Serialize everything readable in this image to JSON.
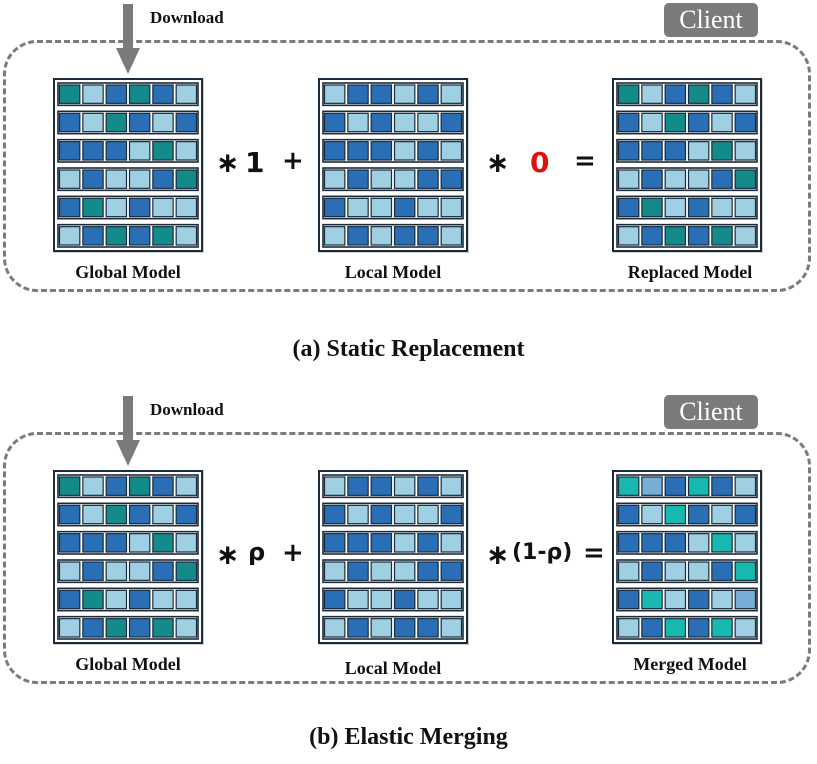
{
  "colors": {
    "teal": "#138b8a",
    "bright_teal": "#17b8b0",
    "blue": "#2a6fb6",
    "light_blue": "#9ecfe2",
    "mid_blue": "#78aed6",
    "zero_red": "#e01010",
    "frame_gray": "#7b7b7b"
  },
  "panel_a": {
    "client_label": "Client",
    "download_label": "Download",
    "global_label": "Global Model",
    "local_label": "Local Model",
    "result_label": "Replaced Model",
    "op_times_1": "∗",
    "coef_1": "1",
    "op_plus": "+",
    "op_times_2": "∗",
    "coef_2": "0",
    "op_equals": "=",
    "caption": "(a) Static Replacement",
    "global_grid": [
      [
        "T",
        "L",
        "B",
        "T",
        "B",
        "L"
      ],
      [
        "B",
        "L",
        "T",
        "B",
        "L",
        "B"
      ],
      [
        "B",
        "B",
        "B",
        "L",
        "T",
        "L"
      ],
      [
        "L",
        "B",
        "L",
        "L",
        "B",
        "T"
      ],
      [
        "B",
        "T",
        "L",
        "B",
        "L",
        "L"
      ],
      [
        "L",
        "B",
        "T",
        "B",
        "T",
        "L"
      ]
    ],
    "local_grid": [
      [
        "L",
        "B",
        "B",
        "L",
        "B",
        "L"
      ],
      [
        "B",
        "L",
        "B",
        "L",
        "L",
        "B"
      ],
      [
        "B",
        "B",
        "B",
        "L",
        "B",
        "L"
      ],
      [
        "L",
        "B",
        "L",
        "L",
        "B",
        "B"
      ],
      [
        "B",
        "L",
        "L",
        "B",
        "L",
        "L"
      ],
      [
        "L",
        "B",
        "L",
        "B",
        "B",
        "L"
      ]
    ],
    "result_grid": [
      [
        "T",
        "L",
        "B",
        "T",
        "B",
        "L"
      ],
      [
        "B",
        "L",
        "T",
        "B",
        "L",
        "B"
      ],
      [
        "B",
        "B",
        "B",
        "L",
        "T",
        "L"
      ],
      [
        "L",
        "B",
        "L",
        "L",
        "B",
        "T"
      ],
      [
        "B",
        "T",
        "L",
        "B",
        "L",
        "L"
      ],
      [
        "L",
        "B",
        "T",
        "B",
        "T",
        "L"
      ]
    ]
  },
  "panel_b": {
    "client_label": "Client",
    "download_label": "Download",
    "global_label": "Global Model",
    "local_label": "Local Model",
    "result_label": "Merged Model",
    "op_times_1": "∗",
    "coef_1": "ρ",
    "op_plus": "+",
    "op_times_2": "∗",
    "coef_2": "(1-ρ)",
    "op_equals": "=",
    "caption": "(b) Elastic Merging",
    "global_grid": [
      [
        "T",
        "L",
        "B",
        "T",
        "B",
        "L"
      ],
      [
        "B",
        "L",
        "T",
        "B",
        "L",
        "B"
      ],
      [
        "B",
        "B",
        "B",
        "L",
        "T",
        "L"
      ],
      [
        "L",
        "B",
        "L",
        "L",
        "B",
        "T"
      ],
      [
        "B",
        "T",
        "L",
        "B",
        "L",
        "L"
      ],
      [
        "L",
        "B",
        "T",
        "B",
        "T",
        "L"
      ]
    ],
    "local_grid": [
      [
        "L",
        "B",
        "B",
        "L",
        "B",
        "L"
      ],
      [
        "B",
        "L",
        "B",
        "L",
        "L",
        "B"
      ],
      [
        "B",
        "B",
        "B",
        "L",
        "B",
        "L"
      ],
      [
        "L",
        "B",
        "L",
        "L",
        "B",
        "B"
      ],
      [
        "B",
        "L",
        "L",
        "B",
        "L",
        "L"
      ],
      [
        "L",
        "B",
        "L",
        "B",
        "B",
        "L"
      ]
    ],
    "result_grid": [
      [
        "S",
        "M",
        "B",
        "S",
        "B",
        "L"
      ],
      [
        "B",
        "L",
        "S",
        "B",
        "L",
        "B"
      ],
      [
        "B",
        "B",
        "B",
        "L",
        "S",
        "L"
      ],
      [
        "L",
        "B",
        "L",
        "L",
        "B",
        "S"
      ],
      [
        "B",
        "S",
        "L",
        "B",
        "L",
        "M"
      ],
      [
        "L",
        "B",
        "S",
        "B",
        "S",
        "L"
      ]
    ]
  }
}
